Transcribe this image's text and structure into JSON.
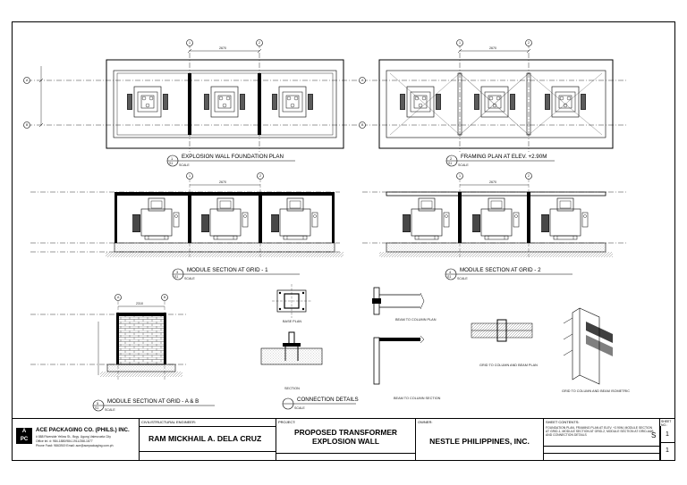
{
  "views": {
    "foundation_plan": "EXPLOSION WALL FOUNDATION PLAN",
    "framing_plan": "FRAMING PLAN AT ELEV. +2.90M",
    "section_grid_1": "MODULE SECTION AT GRID - 1",
    "section_grid_2": "MODULE SECTION AT GRID - 2",
    "section_grid_ab": "MODULE SECTION AT GRID - A & B",
    "connection_details": "CONNECTION DETAILS",
    "scale_note": "SCALE",
    "detail_label": "DETAIL"
  },
  "detail_callouts": {
    "c1": "1",
    "c2": "2",
    "c3": "3",
    "c4": "4",
    "c5": "5",
    "sheet_ref": "S1"
  },
  "grid_markers": {
    "g1": "1",
    "g2": "2",
    "gA": "A",
    "gB": "B"
  },
  "dimensions": {
    "plan_span": "2670",
    "elev_span": "2670",
    "ab_span": "2310"
  },
  "connection_labels": {
    "beam_col_plan": "BEAM TO COLUMN PLAN",
    "beam_col_section": "BEAM TO COLUMN SECTION",
    "grid_col_beam_plan": "GRID TO COLUMN AND BEAM PLAN",
    "grid_col_beam_iso": "GRID TO COLUMN AND BEAM ISOMETRIC",
    "base_plan": "BASE PLAN",
    "section": "SECTION"
  },
  "title_block": {
    "company": "ACE PACKAGING CO. (PHILS.) INC.",
    "company_addr1": "# 888 Riverside Yellow St., Brgy. Ugong Valenzuela City",
    "company_addr2": "Office tel. #: 984-1880/984-1911/288-1877",
    "company_addr3": "Phone Fax#: 9863919  Email: ace@acepackaging.com.ph",
    "engineer_head": "CIVIL/STRUCTURAL ENGINEER:",
    "engineer_name": "RAM MICKHAIL A. DELA CRUZ",
    "project_head": "PROJECT:",
    "project_line1": "PROPOSED TRANSFORMER",
    "project_line2": "EXPLOSION WALL",
    "owner_head": "OWNER:",
    "owner_name": "NESTLE PHILIPPINES, INC.",
    "contents_head": "SHEET CONTENTS:",
    "contents_text": "FOUNDATION PLAN, FRAMING PLAN AT ELEV. +2.90M, MODULE SECTION AT GRID-1, MODULE SECTION AT GRID-2, MODULE SECTION AT GRID-A&B AND CONNECTION DETAILS",
    "sheet_head": "SHEET NO.:",
    "sheet_letter": "S",
    "sheet_num": "1",
    "sheet_total": "1"
  }
}
